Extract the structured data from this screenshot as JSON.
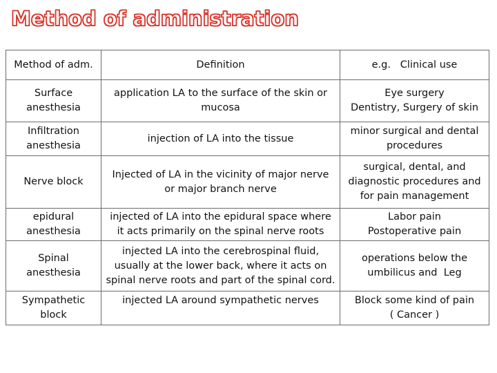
{
  "title": "Method of administration",
  "table": {
    "headers": [
      "Method of adm.",
      "Definition",
      "e.g.   Clinical use"
    ],
    "rows": [
      {
        "method": [
          "Surface",
          "anesthesia"
        ],
        "definition": [
          "application LA to the surface of the skin or",
          "mucosa"
        ],
        "use": [
          "Eye surgery",
          "Dentistry, Surgery of skin"
        ]
      },
      {
        "method": [
          "Infiltration",
          "anesthesia"
        ],
        "definition": [
          "injection of LA into the tissue"
        ],
        "use": [
          "minor surgical and dental",
          "procedures"
        ]
      },
      {
        "method": [
          "Nerve block"
        ],
        "definition": [
          "Injected of LA in the vicinity of major nerve",
          "or major branch nerve"
        ],
        "use": [
          "surgical, dental, and",
          "diagnostic procedures and",
          "for pain management"
        ]
      },
      {
        "method": [
          "epidural",
          "anesthesia"
        ],
        "definition": [
          "injected of LA into the epidural space where",
          "it acts primarily on the spinal nerve roots"
        ],
        "use": [
          "Labor pain",
          "Postoperative pain"
        ]
      },
      {
        "method": [
          "Spinal",
          "anesthesia"
        ],
        "definition": [
          "injected LA into the cerebrospinal fluid,",
          "usually at the lower back, where it acts on",
          "spinal nerve roots and part of the spinal cord."
        ],
        "use": [
          "operations below the",
          "umbilicus and  Leg"
        ]
      },
      {
        "method": [
          "Sympathetic",
          "block"
        ],
        "definition": [
          "injected LA around sympathetic nerves",
          ""
        ],
        "use": [
          "Block some kind of pain",
          "( Cancer )"
        ]
      }
    ]
  }
}
